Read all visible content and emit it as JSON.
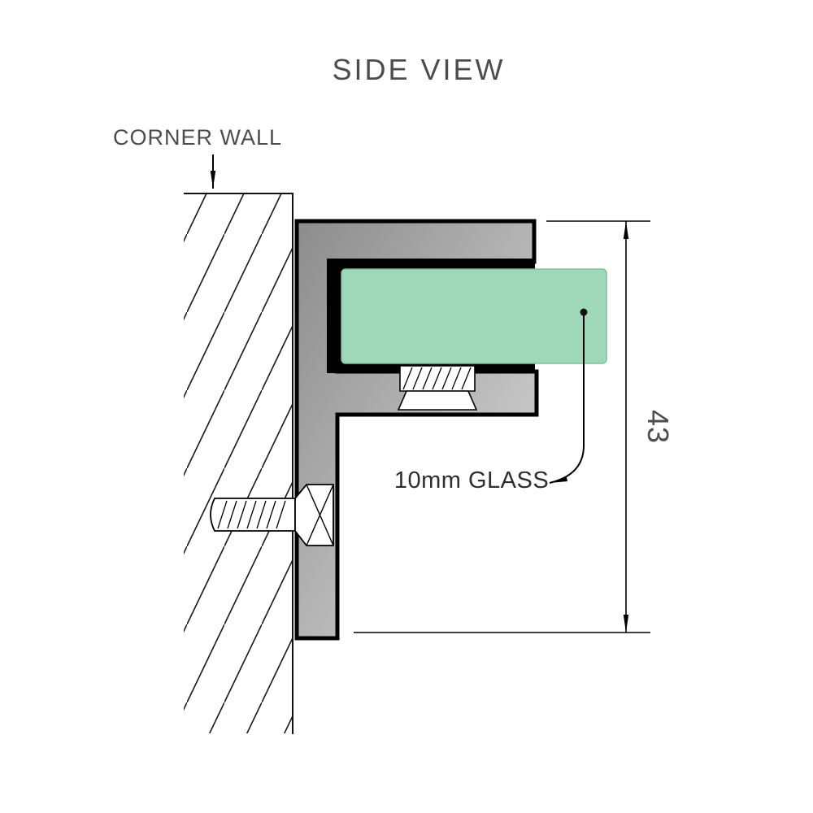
{
  "title": "SIDE VIEW",
  "labels": {
    "corner_wall": "CORNER WALL",
    "glass": "10mm GLASS",
    "dimension_value": "43"
  },
  "colors": {
    "glass": "#9FD8B9",
    "glass_edge": "#7FBF9E",
    "bracket_dark": "#8C8C8C",
    "bracket_light": "#DCDCDC",
    "outline": "#000000",
    "text": "#4D4D4D",
    "label_dark": "#2E2E2E"
  }
}
